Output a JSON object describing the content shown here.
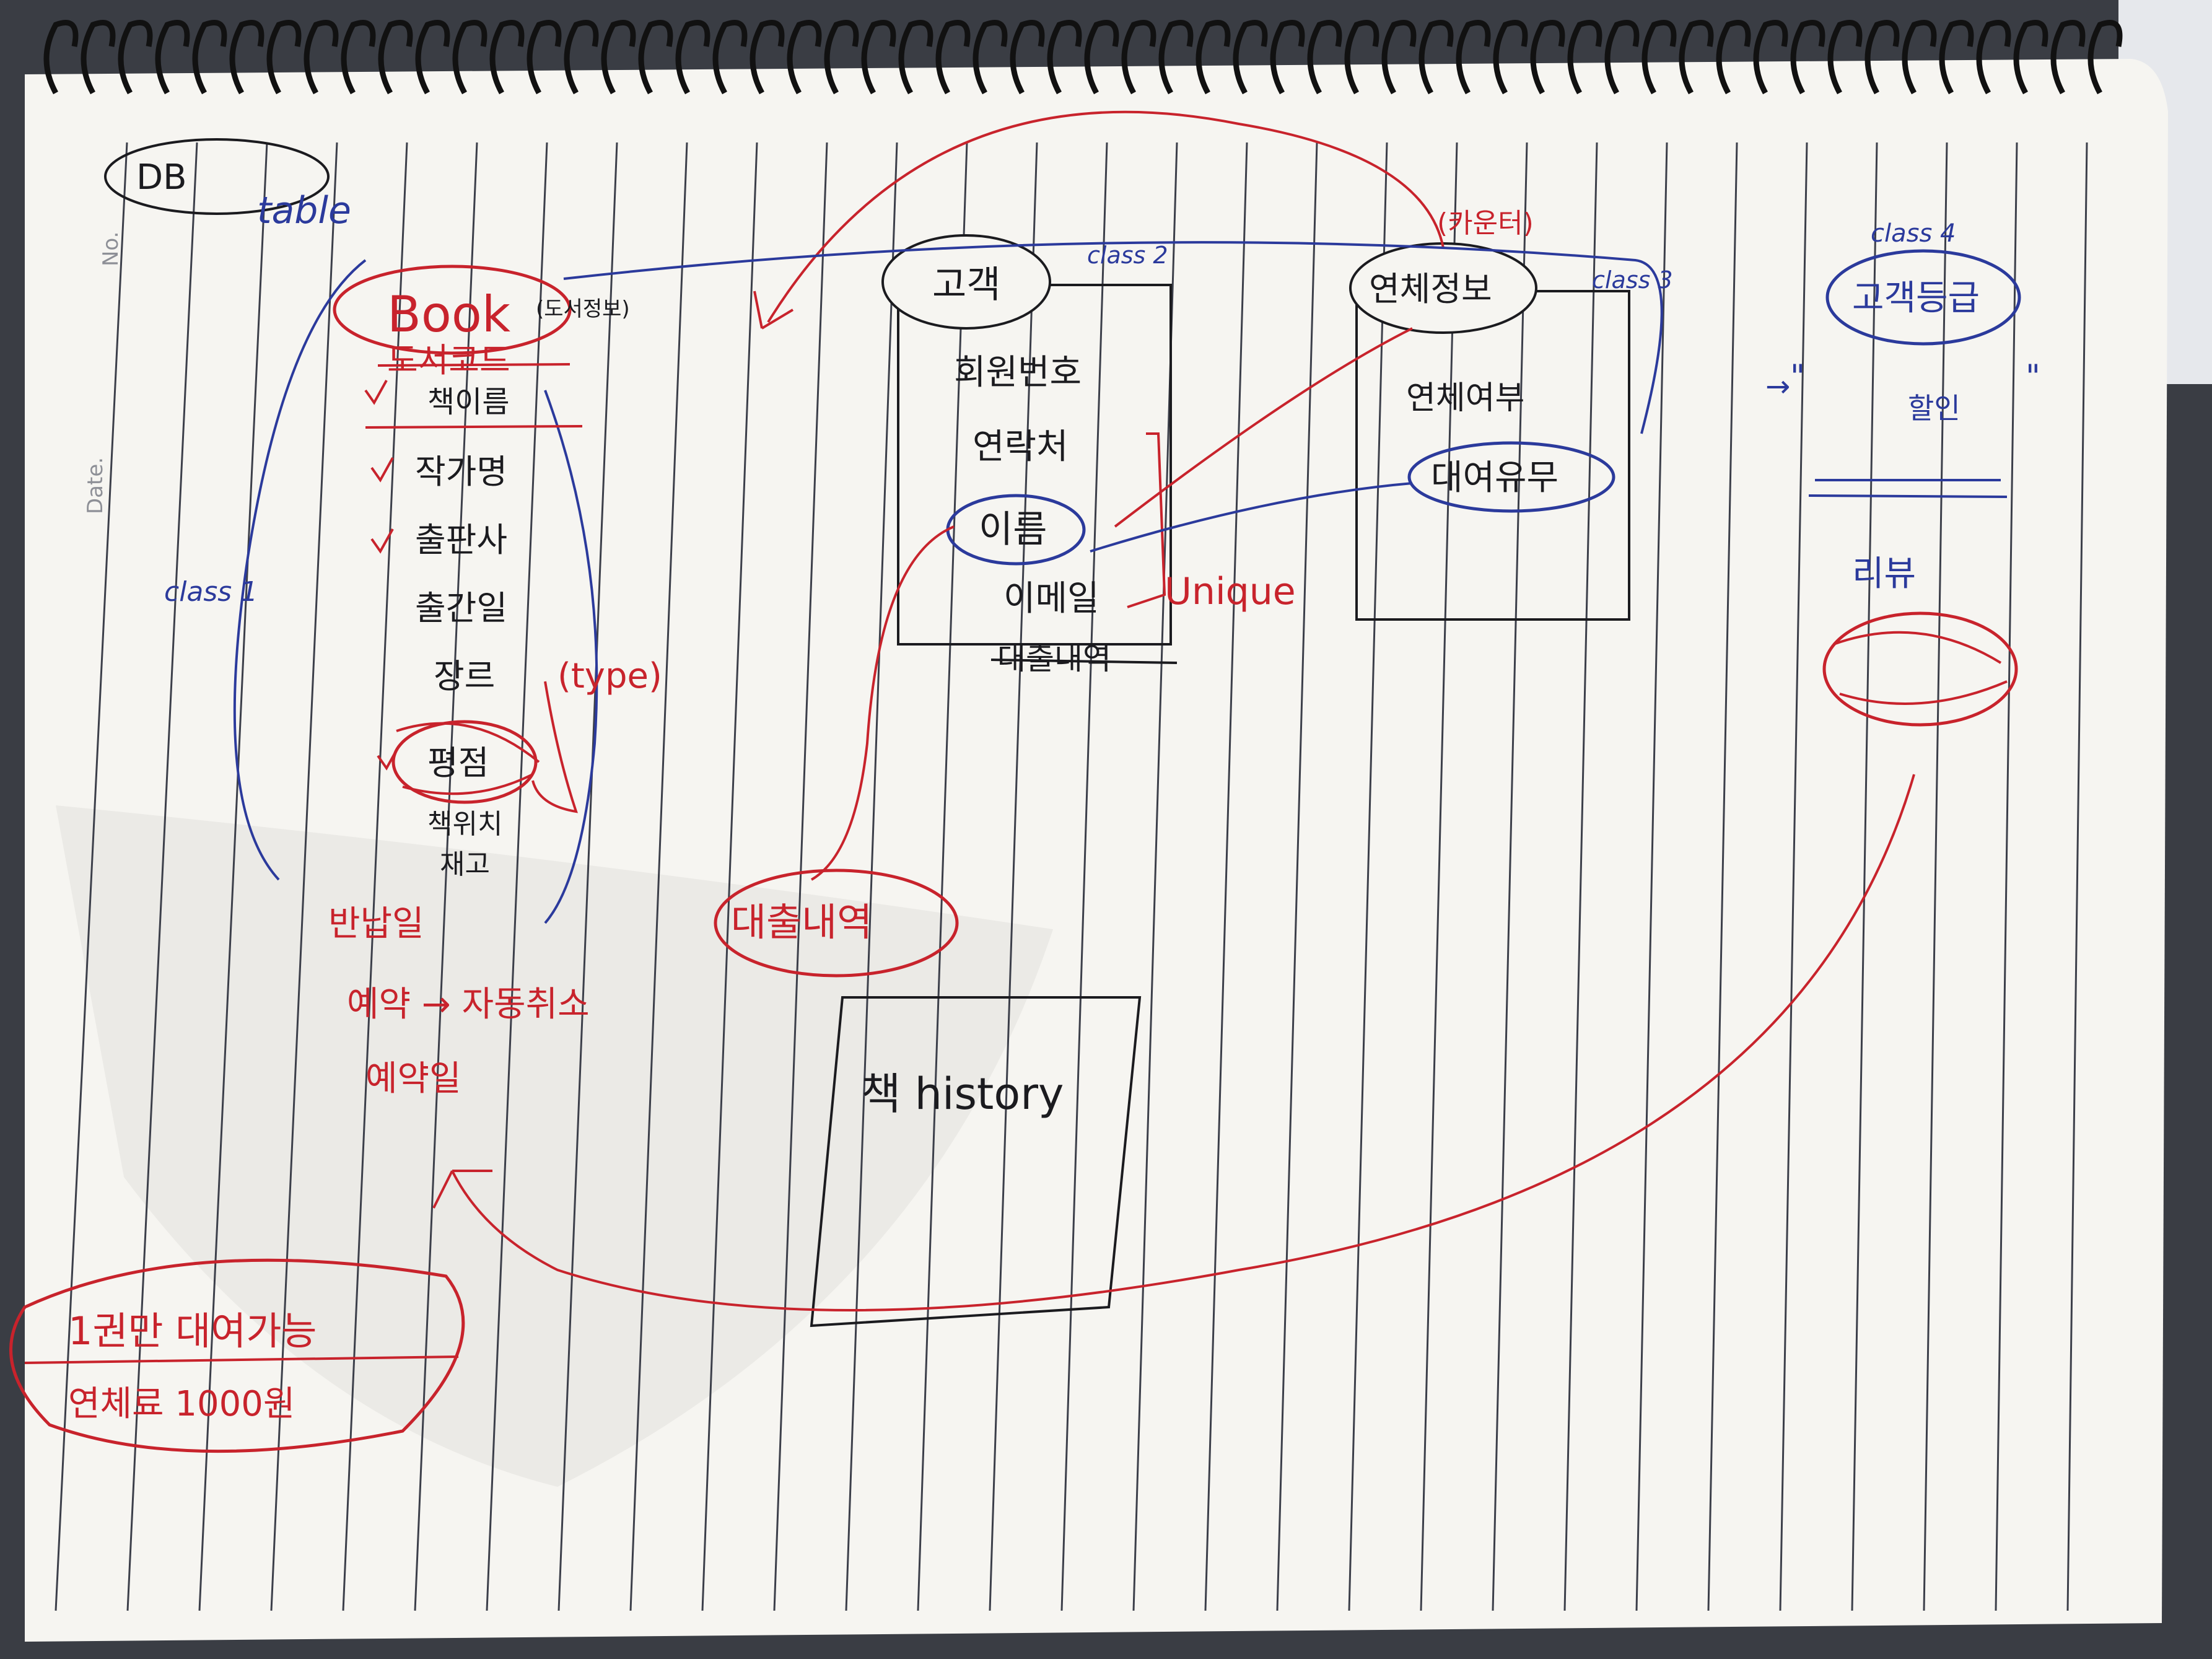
{
  "notebook": {
    "printed_labels": {
      "no": "No.",
      "date": "Date."
    },
    "colors": {
      "paper": "#f6f5f1",
      "ruling": "#3c3f4a",
      "blue_ink": "#2b3a9c",
      "red_ink": "#c8232c",
      "black_ink": "#1b1b1f",
      "binder": "#111111",
      "background": "#3a3d44"
    }
  },
  "notes": {
    "header": {
      "title": "DB",
      "subtitle": "table"
    },
    "class1": {
      "label": "class 1",
      "table": "Book",
      "table_note": "(도서정보)",
      "primary_key": "도서코드",
      "fields": [
        "책이름",
        "작가명",
        "출판사",
        "출간일",
        "장르",
        "평점",
        "책위치",
        "재고"
      ],
      "type_note": "(type)"
    },
    "class2": {
      "label": "class 2",
      "table": "고객",
      "fields": [
        "회원번호",
        "연락처",
        "이름",
        "이메일"
      ],
      "unique_note": "Unique",
      "struck": "대출내역"
    },
    "class3": {
      "label": "class 3",
      "table": "연체정보",
      "count_note": "(카운터)",
      "fields": [
        "연체여부",
        "대여유무"
      ]
    },
    "class4": {
      "label": "class 4",
      "table": "고객등급",
      "quote_open": "\"",
      "quote_close": "\"",
      "field": "할인",
      "extra": "리뷰"
    },
    "loan_history": {
      "title": "대출내역",
      "content": "책 history"
    },
    "return": {
      "title": "반납일",
      "items": [
        "예약 → 자동취소",
        "예약일"
      ]
    },
    "rules": {
      "items": [
        "1권만 대여가능",
        "연체료 1000원"
      ]
    }
  }
}
